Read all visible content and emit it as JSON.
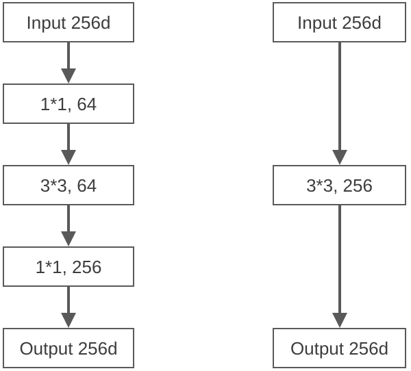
{
  "colors": {
    "background": "#ffffff",
    "box_border": "#595959",
    "box_fill": "#ffffff",
    "arrow": "#595959",
    "text": "#3d3d3d"
  },
  "diagram": {
    "left_branch": {
      "nodes": [
        "Input 256d",
        "1*1, 64",
        "3*3, 64",
        "1*1, 256",
        "Output 256d"
      ]
    },
    "right_branch": {
      "nodes": [
        "Input 256d",
        "3*3, 256",
        "Output 256d"
      ]
    }
  }
}
